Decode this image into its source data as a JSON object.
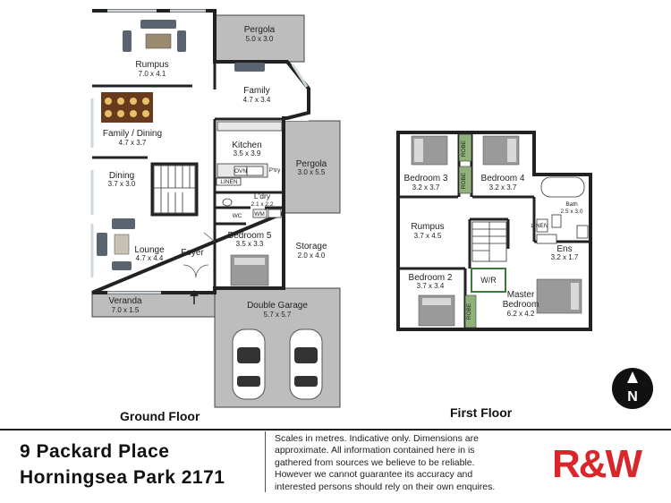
{
  "ground_floor": {
    "label": "Ground Floor",
    "rooms": {
      "pergola_top": {
        "name": "Pergola",
        "dims": "5.0 x 3.0"
      },
      "rumpus": {
        "name": "Rumpus",
        "dims": "7.0 x 4.1"
      },
      "family": {
        "name": "Family",
        "dims": "4.7 x 3.4"
      },
      "family_dining": {
        "name": "Family / Dining",
        "dims": "4.7 x 3.7"
      },
      "kitchen": {
        "name": "Kitchen",
        "dims": "3.5 x 3.9"
      },
      "pergola_side": {
        "name": "Pergola",
        "dims": "3.0 x 5.5"
      },
      "dining": {
        "name": "Dining",
        "dims": "3.7 x 3.0"
      },
      "laundry": {
        "name": "L'dry",
        "dims": "2.1 x 2.2"
      },
      "bedroom5": {
        "name": "Bedroom 5",
        "dims": "3.5 x 3.3"
      },
      "storage": {
        "name": "Storage",
        "dims": "2.0 x 4.0"
      },
      "lounge": {
        "name": "Lounge",
        "dims": "4.7 x 4.4"
      },
      "foyer": {
        "name": "Foyer"
      },
      "veranda": {
        "name": "Veranda",
        "dims": "7.0 x 1.5"
      },
      "double_garage": {
        "name": "Double Garage",
        "dims": "5.7 x 5.7"
      }
    },
    "fixtures": {
      "pantry": "P'try",
      "oven": "OVN",
      "linen": "LINEN",
      "wc": "WC",
      "wm": "WM"
    }
  },
  "first_floor": {
    "label": "First Floor",
    "rooms": {
      "bedroom3": {
        "name": "Bedroom 3",
        "dims": "3.2 x 3.7"
      },
      "bedroom4": {
        "name": "Bedroom 4",
        "dims": "3.2 x 3.7"
      },
      "rumpus": {
        "name": "Rumpus",
        "dims": "3.7 x 4.5"
      },
      "bath": {
        "name": "Bath",
        "dims": "2.5 x 3.0"
      },
      "ensuite": {
        "name": "Ens",
        "dims": "3.2 x 1.7"
      },
      "bedroom2": {
        "name": "Bedroom 2",
        "dims": "3.7 x 3.4"
      },
      "master": {
        "name": "Master",
        "name2": "Bedroom",
        "dims": "6.2 x 4.2"
      }
    },
    "fixtures": {
      "robe": "ROBE",
      "wr": "W/R",
      "linen": "LINEN"
    }
  },
  "compass": {
    "letter": "N"
  },
  "address": {
    "line1": "9 Packard Place",
    "line2": "Horningsea Park 2171"
  },
  "disclaimer": "Scales in metres. Indicative only. Dimensions are approximate. All information contained here in is gathered from sources we believe to be reliable. However we cannot guarantee its accuracy and interested persons should rely on their own enquires.",
  "logo": {
    "text": "R&W",
    "color": "#d9262b"
  }
}
